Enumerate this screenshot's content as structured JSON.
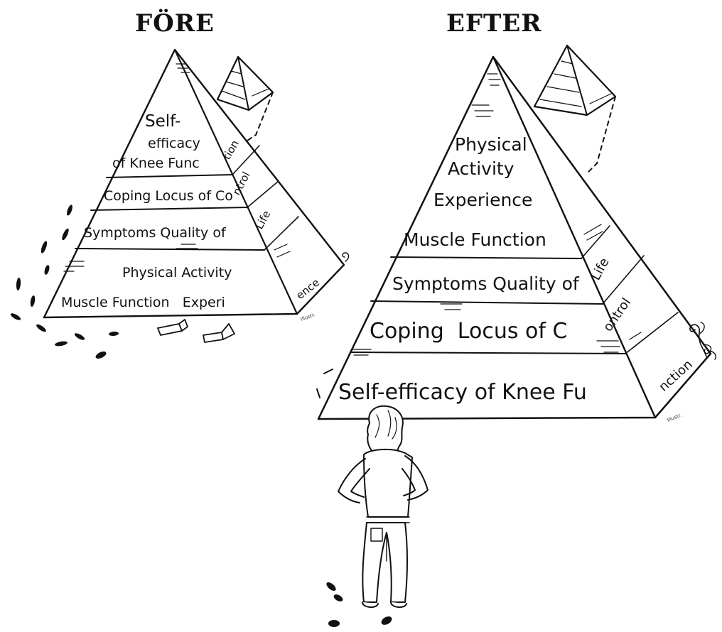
{
  "headings": {
    "before": "FÖRE",
    "after": "EFTER"
  },
  "before_pyramid": {
    "bands": [
      {
        "lines": [
          "Self-",
          "efficacy",
          "of Knee Func"
        ]
      },
      {
        "lines": [
          "Coping Locus of Co"
        ]
      },
      {
        "lines": [
          "Symptoms Quality of"
        ]
      },
      {
        "lines": [
          "Physical Activity"
        ]
      },
      {
        "lines": [
          "Muscle Function   Experi"
        ]
      }
    ],
    "side_labels": [
      "tion",
      "ntrol",
      "Life",
      "ence"
    ]
  },
  "after_pyramid": {
    "bands": [
      {
        "lines": [
          "Physical",
          "Activity",
          "Experience"
        ]
      },
      {
        "lines": [
          "Muscle Function"
        ]
      },
      {
        "lines": [
          "Symptoms Quality of"
        ]
      },
      {
        "lines": [
          "Coping  Locus of C"
        ]
      },
      {
        "lines": [
          "Self-efficacy of Knee Fu"
        ]
      }
    ],
    "side_labels": [
      "Life",
      "ontrol",
      "nction"
    ]
  },
  "signature": "Illustr."
}
